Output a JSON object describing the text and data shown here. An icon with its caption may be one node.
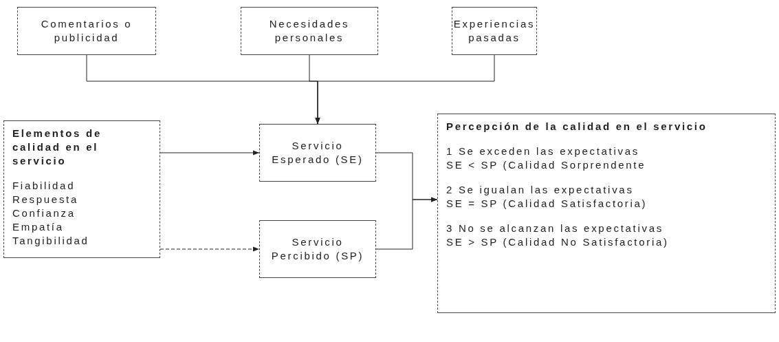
{
  "diagram": {
    "nodes": [
      {
        "text": [
          "Comentarios o publicidad"
        ]
      },
      {
        "text": [
          "Necesidades personales"
        ]
      },
      {
        "text": [
          "Experiencias pasadas"
        ]
      },
      {
        "text": [
          "Elementos de calidad en el servicio",
          "Fiabilidad",
          "Respuesta",
          "Confianza",
          "Empatía",
          "Tangibilidad"
        ]
      },
      {
        "text": [
          "Servicio Esperado (SE)"
        ]
      },
      {
        "text": [
          "Servicio Percibido (SP)"
        ]
      },
      {
        "text": [
          "Percepción de la calidad en el servicio",
          "1 Se exceden las expectativas",
          "SE < SP (Calidad Sorprendente",
          "2 Se igualan las expectativas",
          "SE = SP (Calidad Satisfactoria)",
          "3 No se alcanzan las expectativas",
          "SE > SP (Calidad No Satisfactoria)"
        ]
      }
    ],
    "edges": [
      {
        "from": 0,
        "to": 4,
        "arrow": "to"
      },
      {
        "from": 1,
        "to": 4,
        "arrow": "to"
      },
      {
        "from": 2,
        "to": 4,
        "arrow": "to"
      },
      {
        "from": 3,
        "to": 4,
        "arrow": "to"
      },
      {
        "from": 3,
        "to": 5,
        "arrow": "to",
        "style": "dashed"
      },
      {
        "from": 4,
        "to": 6,
        "arrow": "to"
      },
      {
        "from": 5,
        "to": 6,
        "arrow": "to"
      }
    ]
  }
}
